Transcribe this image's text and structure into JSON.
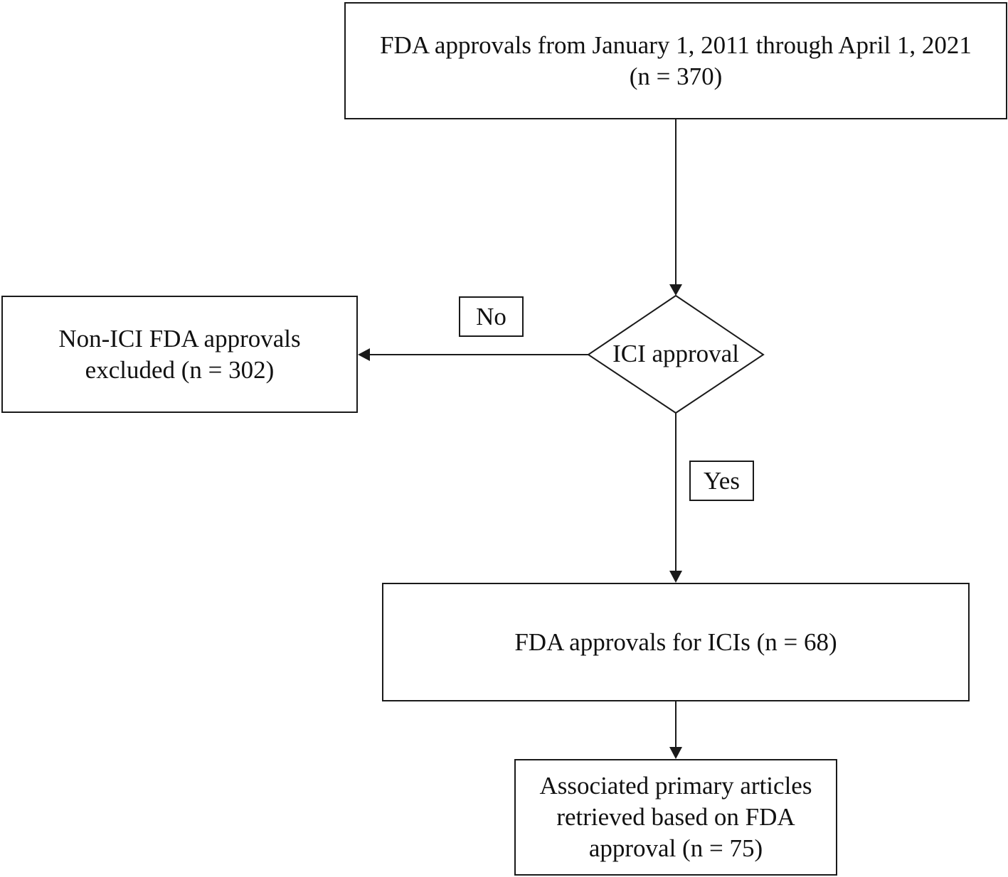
{
  "nodes": {
    "start": {
      "line1": "FDA approvals from January 1, 2011 through April 1, 2021",
      "line2": "(n = 370)"
    },
    "decision": {
      "label": "ICI approval"
    },
    "excluded": {
      "line1": "Non-ICI FDA approvals",
      "line2": "excluded (n = 302)"
    },
    "ici": {
      "label": "FDA approvals for ICIs (n = 68)"
    },
    "articles": {
      "line1": "Associated primary articles",
      "line2": "retrieved based on FDA",
      "line3": "approval (n = 75)"
    }
  },
  "edges": {
    "no_label": "No",
    "yes_label": "Yes"
  }
}
